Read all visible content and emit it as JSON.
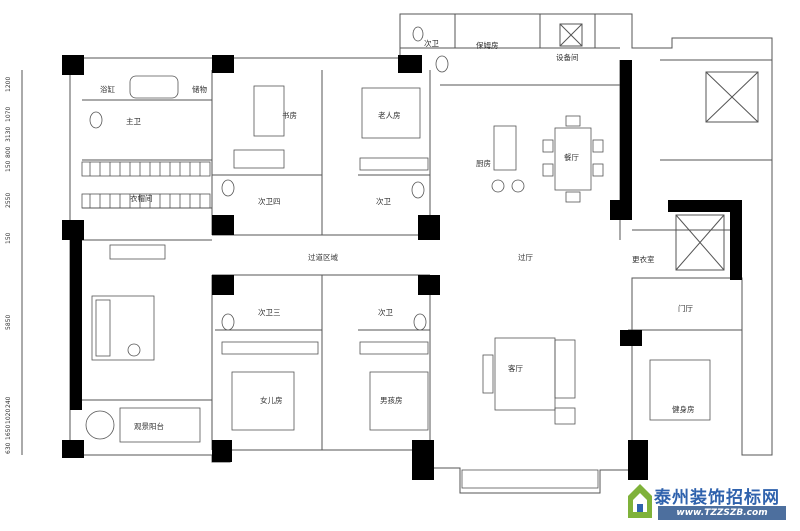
{
  "rooms": {
    "bath_secondary_top": "次卫",
    "laundry": "保姆房",
    "equipment": "设备间",
    "bath_master": "主卫",
    "bathtub": "浴缸",
    "study": "书房",
    "elder_room": "老人房",
    "kitchen": "厨房",
    "dining": "餐厅",
    "walk_in_closet": "衣帽间",
    "bath_two": "次卫四",
    "bath_one": "次卫",
    "corridor": "过道区域",
    "hall": "过厅",
    "changing": "更衣室",
    "foyer": "门厅",
    "bath_three": "次卫三",
    "bath_five": "次卫",
    "living": "客厅",
    "daughter_room": "女儿房",
    "son_room": "男孩房",
    "gym": "健身房",
    "balcony": "观景阳台",
    "small_room": "储物"
  },
  "dimensions": [
    "1200",
    "1070",
    "3130",
    "800",
    "150",
    "2550",
    "150",
    "5850",
    "240",
    "1020",
    "1650",
    "630"
  ],
  "watermark": {
    "title": "泰州装饰招标网",
    "url": "www.TZZSZB.com"
  }
}
